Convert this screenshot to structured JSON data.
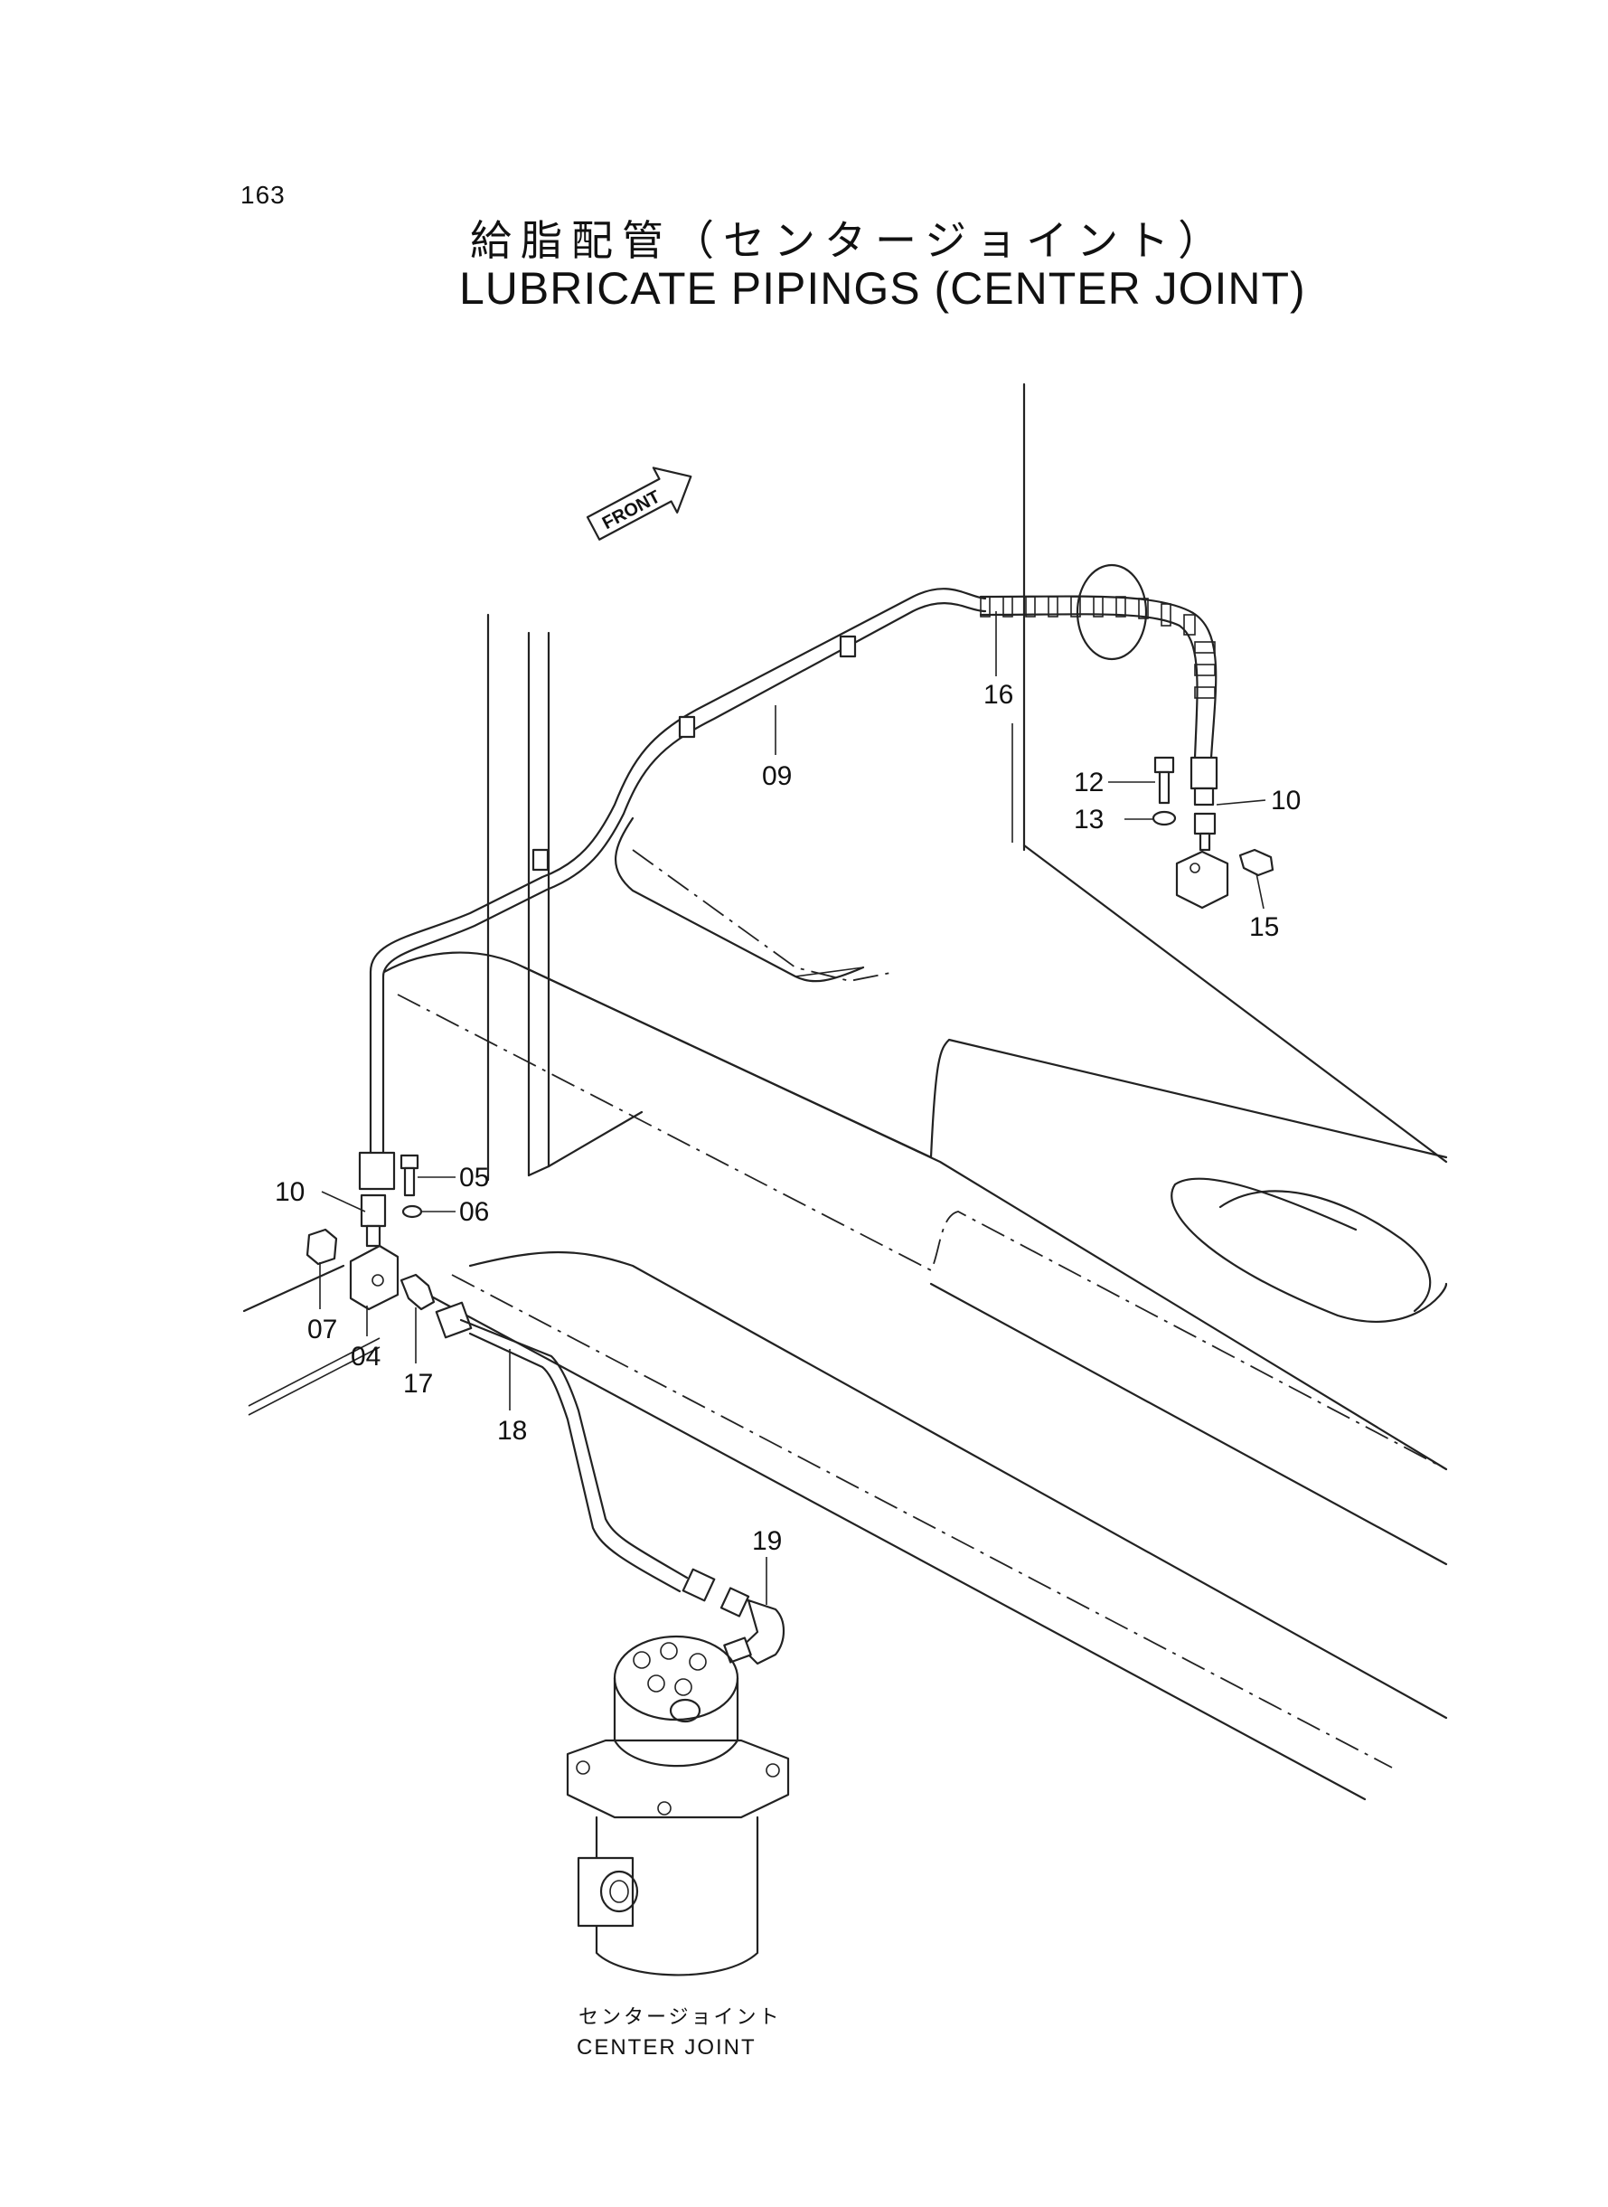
{
  "page": {
    "number": "163",
    "title_jp": "給脂配管（センタージョイント）",
    "title_en": "LUBRICATE PIPINGS (CENTER JOINT)"
  },
  "direction_label": "FRONT",
  "callouts": [
    "16",
    "09",
    "12",
    "10",
    "13",
    "15",
    "05",
    "06",
    "10",
    "07",
    "04",
    "17",
    "18",
    "19"
  ],
  "component_caption": {
    "jp": "センタージョイント",
    "en": "CENTER JOINT"
  }
}
